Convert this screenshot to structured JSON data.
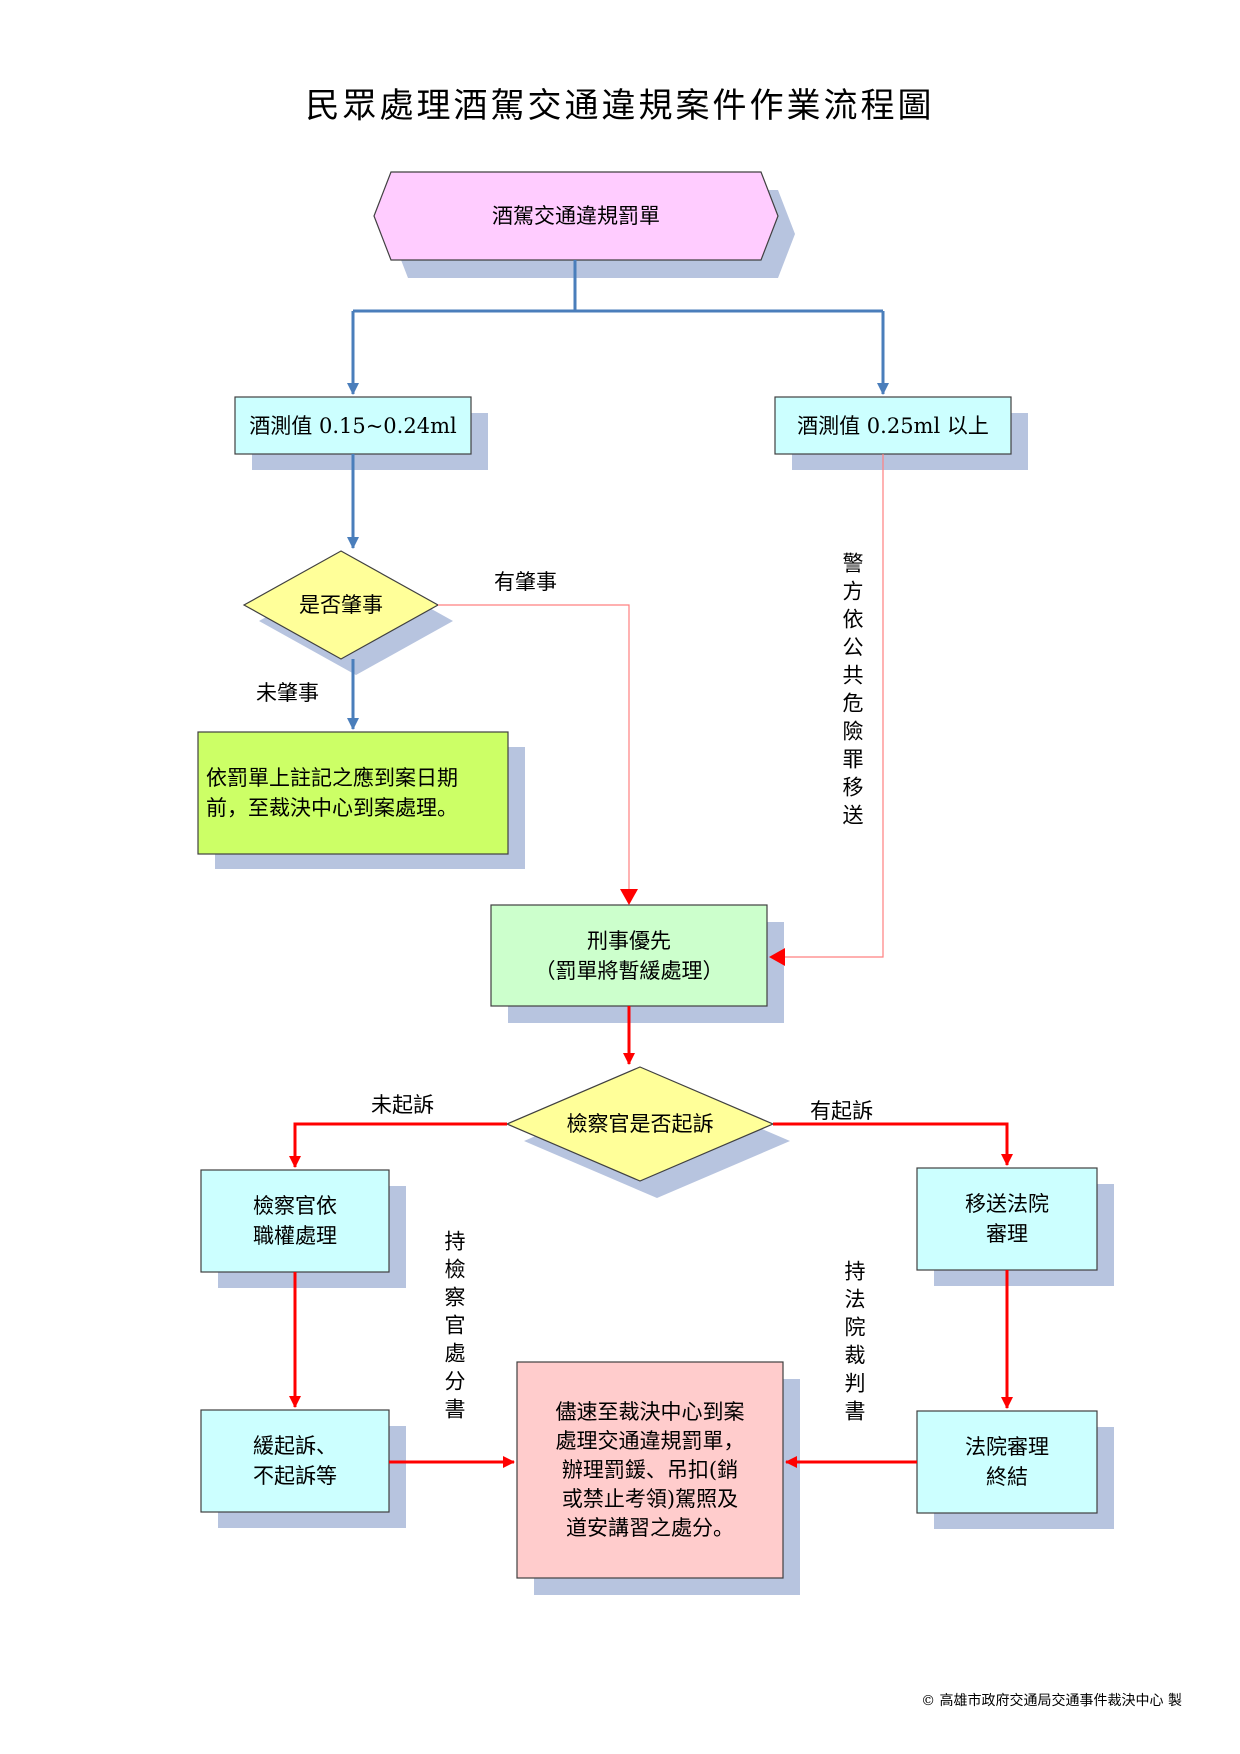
{
  "title": "民眾處理酒駕交通違規案件作業流程圖",
  "nodes": {
    "start": "酒駕交通違規罰單",
    "low_bac": "酒測值 0.15~0.24ml",
    "high_bac": "酒測值 0.25ml 以上",
    "accident_decision": "是否肇事",
    "no_accident_action": [
      "依罰單上註記之應到案日期",
      "前，至裁決中心到案處理。"
    ],
    "criminal_first": [
      "刑事優先",
      "（罰單將暫緩處理）"
    ],
    "prosecute_decision": "檢察官是否起訴",
    "prosecutor_handle": [
      "檢察官依",
      "職權處理"
    ],
    "court_transfer": [
      "移送法院",
      "審理"
    ],
    "deferred": [
      "緩起訴、",
      "不起訴等"
    ],
    "court_end": [
      "法院審理",
      "終結"
    ],
    "final_action": [
      "儘速至裁決中心到案",
      "處理交通違規罰單，",
      "辦理罰鍰、吊扣(銷",
      "或禁止考領)駕照及",
      "道安講習之處分。"
    ]
  },
  "labels": {
    "has_accident": "有肇事",
    "no_accident": "未肇事",
    "police_transfer": "警方依公共危險罪移送",
    "not_prosecuted": "未起訴",
    "prosecuted": "有起訴",
    "with_prosecutor_doc": "持檢察官處分書",
    "with_court_doc": "持法院裁判書"
  },
  "footer": "© 高雄市政府交通局交通事件裁決中心 製",
  "colors": {
    "blue_line": "#4a7ebb",
    "red_line": "#ff0000",
    "pink_line": "#ff8080",
    "shadow": "#b7c4df",
    "hex_fill": "#ffccff",
    "cyan_fill": "#ccffff",
    "yellow_fill": "#ffff99",
    "lime_fill": "#ccff66",
    "mint_fill": "#ccffcc",
    "rose_fill": "#ffcccc"
  }
}
